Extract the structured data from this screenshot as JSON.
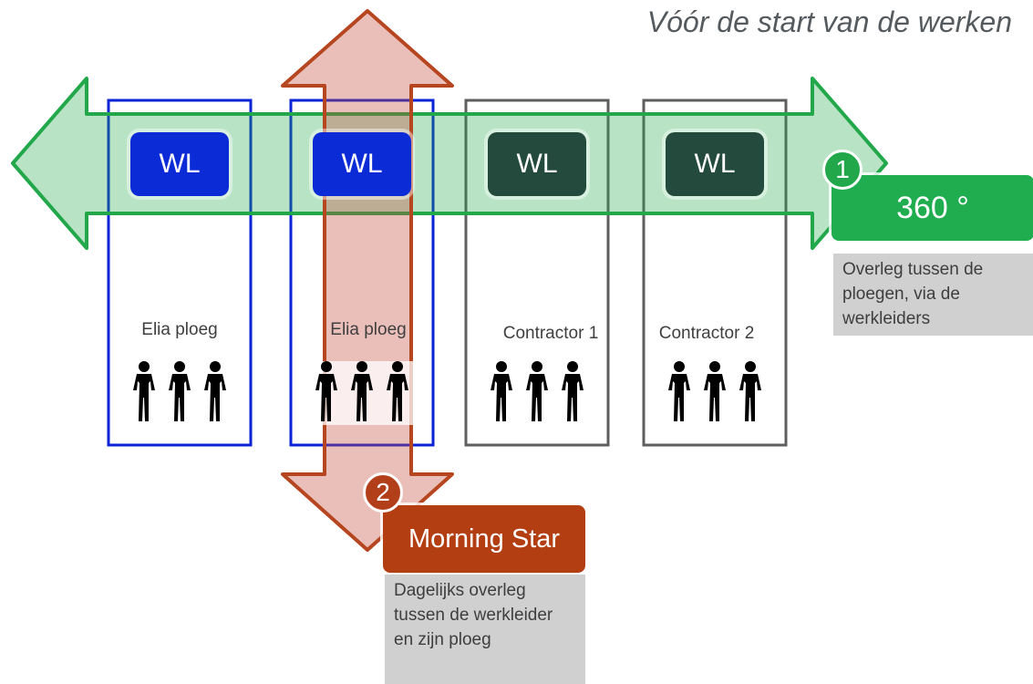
{
  "title": "Vóór de start van de werken",
  "teams": [
    {
      "wl": "WL",
      "label": "Elia ploeg",
      "kind": "elia"
    },
    {
      "wl": "WL",
      "label": "Elia ploeg",
      "kind": "elia"
    },
    {
      "wl": "WL",
      "label": "Contractor 1",
      "kind": "contractor"
    },
    {
      "wl": "WL",
      "label": "Contractor 2",
      "kind": "contractor"
    }
  ],
  "step1": {
    "number": "1",
    "label": "360 °",
    "description": "Overleg tussen de ploegen, via de werkleiders",
    "color": "#1fad4f"
  },
  "step2": {
    "number": "2",
    "label": "Morning Star",
    "description": "Dagelijks overleg tussen de werkleider en zijn ploeg",
    "color": "#b33e12"
  },
  "colors": {
    "elia_border": "#0a23d6",
    "contractor_border": "#5e5e5e",
    "horizontal_arrow": "#22a84a",
    "vertical_arrow": "#b5461f"
  },
  "icons": [
    "people-group-icon"
  ]
}
